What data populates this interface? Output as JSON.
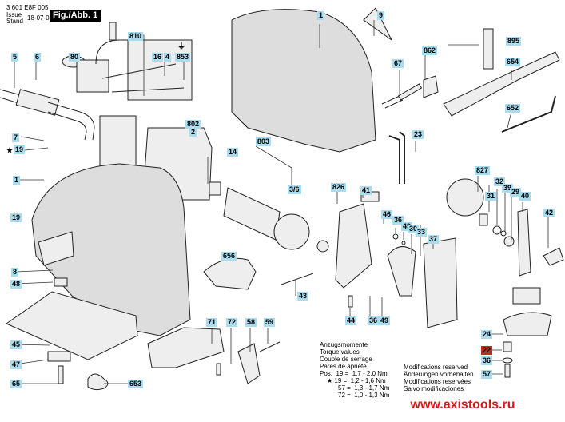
{
  "header": {
    "part_number": "3 601 E8F 005",
    "issue_label": "Issue",
    "stand_label": "Stand",
    "date": "18-07-04",
    "figure_label": "Fig./Abb. 1"
  },
  "labels": {
    "l5": "5",
    "l6": "6",
    "l80": "80",
    "l810": "810",
    "l16": "16",
    "l4": "4",
    "l853": "853",
    "l7": "7",
    "l19star": "19",
    "l802": "802",
    "l2": "2",
    "l803": "803",
    "l14": "14",
    "l1a": "1",
    "l19": "19",
    "l8": "8",
    "l48": "48",
    "l45": "45",
    "l47": "47",
    "l65": "65",
    "l653": "653",
    "l656": "656",
    "l43": "43",
    "l36": "3/6",
    "l826": "826",
    "l41": "41",
    "l46": "46",
    "l36b": "36",
    "l49": "49",
    "l30": "30",
    "l33": "33",
    "l37": "37",
    "l44": "44",
    "l36c": "36",
    "l49b": "49",
    "l71": "71",
    "l72": "72",
    "l58": "58",
    "l59": "59",
    "l1b": "1",
    "l9": "9",
    "l67": "67",
    "l862": "862",
    "l895": "895",
    "l654": "654",
    "l652": "652",
    "l23": "23",
    "l827": "827",
    "l31": "31",
    "l32": "32",
    "l39": "39",
    "l29": "29",
    "l40": "40",
    "l42": "42",
    "l24": "24",
    "l22": "22",
    "l36d": "36",
    "l57": "57"
  },
  "star_symbol": "★",
  "ground_symbol": "⏚",
  "torque": {
    "titles": [
      "Anzugsmomente",
      "Torque values",
      "Couple de serrage",
      "Pares de apriete"
    ],
    "rows": [
      "Pos.  19 =  1,7 - 2,0 Nm",
      "★ 19 =  1,2 - 1,6 Nm",
      "57 =  1,3 - 1,7 Nm",
      "72 =  1,0 - 1,3 Nm"
    ]
  },
  "modifications": [
    "Modifications reserved",
    "Änderungen vorbehalten",
    "Modifications reservées",
    "Salvo modificaciones"
  ],
  "watermark": "www.axistools.ru",
  "colors": {
    "label_bg": "#a9dcef",
    "highlight_label_bg": "#c8281c",
    "watermark": "#e0141b"
  }
}
